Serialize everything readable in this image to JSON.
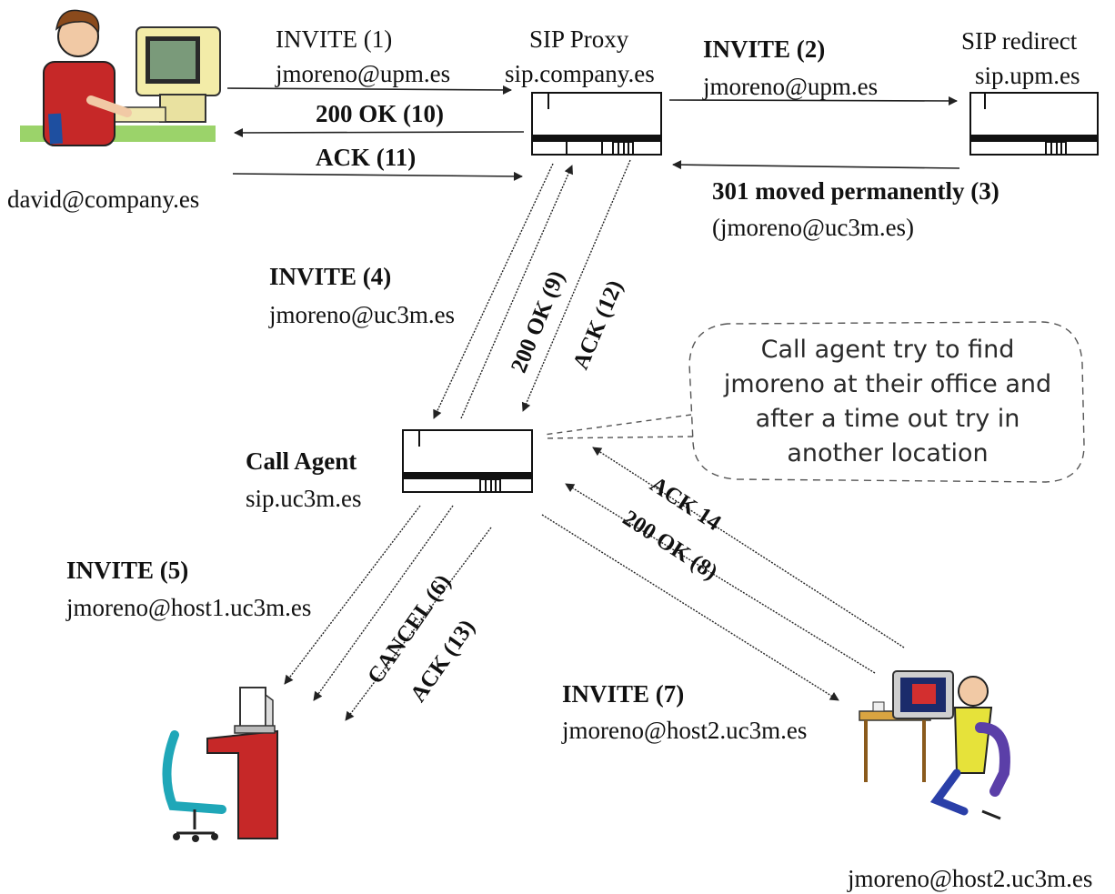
{
  "labels": {
    "invite1": "INVITE (1)",
    "addr1": "jmoreno@upm.es",
    "proxy_title": "SIP Proxy",
    "proxy_host": "sip.company.es",
    "invite2": "INVITE (2)",
    "addr2": "jmoreno@upm.es",
    "redirect_title": "SIP redirect",
    "redirect_host": "sip.upm.es",
    "ok10": "200 OK (10)",
    "ack11": "ACK (11)",
    "caller_addr": "david@company.es",
    "moved3": "301 moved permanently (3)",
    "moved3_target": "(jmoreno@uc3m.es)",
    "invite4": "INVITE (4)",
    "addr4": "jmoreno@uc3m.es",
    "ok9": "200 OK (9)",
    "ack12": "ACK (12)",
    "agent_title": "Call Agent",
    "agent_host": "sip.uc3m.es",
    "note": [
      "Call agent try to find",
      "jmoreno at their office and",
      "after a time out try in",
      "another location"
    ],
    "invite5": "INVITE (5)",
    "addr5": "jmoreno@host1.uc3m.es",
    "cancel6": "CANCEL (6)",
    "ack13": "ACK (13)",
    "ack14": "ACK 14",
    "ok8": "200 OK (8)",
    "invite7": "INVITE (7)",
    "addr7": "jmoreno@host2.uc3m.es",
    "callee_addr": "jmoreno@host2.uc3m.es"
  },
  "icons": [
    "caller-computer-icon",
    "server-icon",
    "empty-workstation-icon",
    "callee-computer-icon"
  ]
}
